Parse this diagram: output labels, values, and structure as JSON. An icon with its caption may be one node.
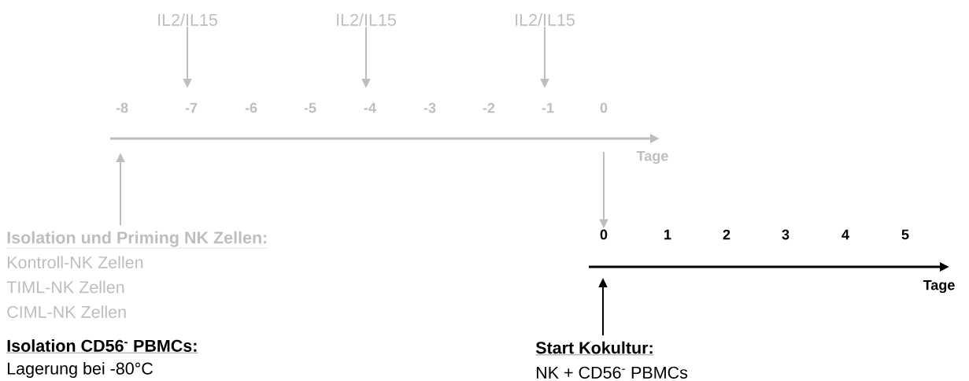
{
  "diagram": {
    "nodes": [
      {
        "text": [
          "IL2/IL15"
        ]
      },
      {
        "text": [
          "IL2/IL15"
        ]
      },
      {
        "text": [
          "IL2/IL15"
        ]
      },
      {
        "text": [
          "Isolation und Priming NK Zellen:",
          "Kontroll-NK Zellen",
          "TIML-NK Zellen",
          "CIML-NK Zellen"
        ]
      },
      {
        "text": [
          "0"
        ]
      },
      {
        "text": [
          "Start Kokultur:",
          "NK + CD56$^{-}$ PBMCs"
        ]
      }
    ],
    "edges": [
      {
        "from": 0,
        "to": null,
        "arrow": "to"
      },
      {
        "from": 1,
        "to": null,
        "arrow": "to"
      },
      {
        "from": 2,
        "to": null,
        "arrow": "to"
      },
      {
        "from": 3,
        "to": null,
        "arrow": "to"
      },
      {
        "from": null,
        "to": 4,
        "arrow": "to"
      },
      {
        "from": 5,
        "to": null,
        "arrow": "to",
        "color": "#000000"
      }
    ],
    "labels": [
      "-8",
      "-7",
      "-6",
      "-5",
      "-4",
      "-3",
      "-2",
      "-1",
      "0",
      "Tage",
      "1",
      "2",
      "3",
      "4",
      "5",
      "Tage",
      "Isolation CD56$^{-}$ PBMCs:",
      "Lagerung bei -80°C"
    ]
  }
}
